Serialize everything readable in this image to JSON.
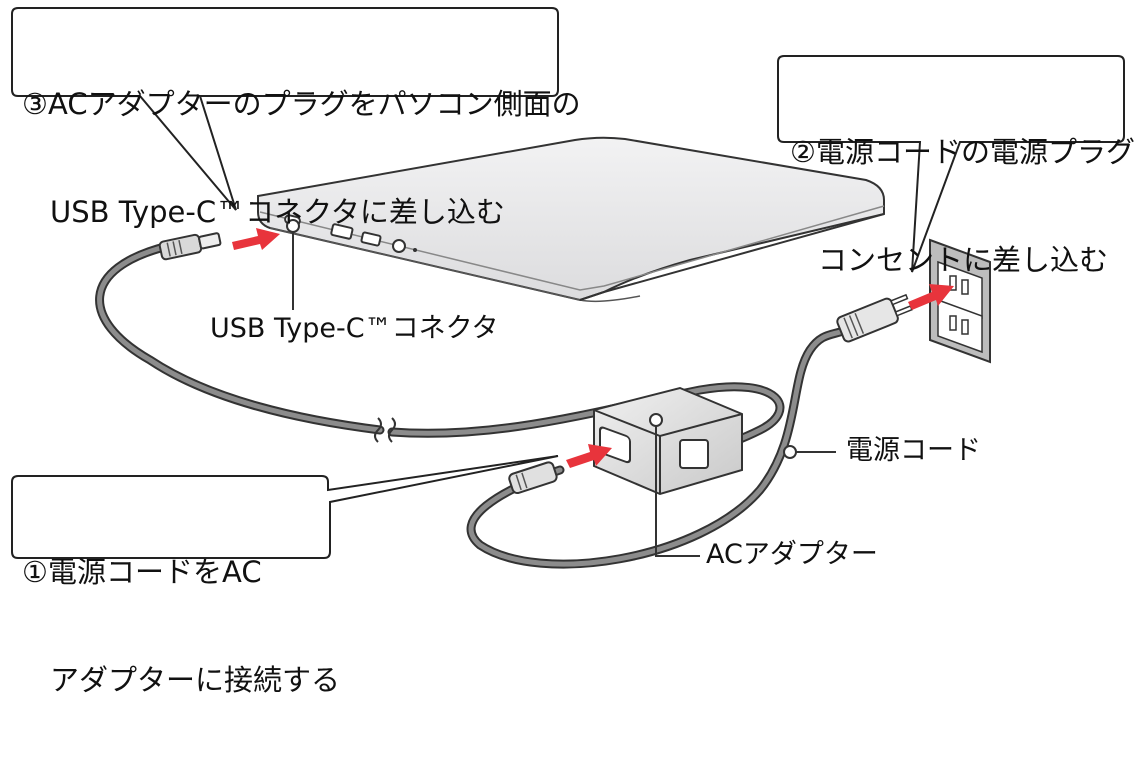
{
  "callouts": {
    "step3": {
      "line1": "③ACアダプターのプラグをパソコン側面の",
      "line2": "USB Type-C™コネクタに差し込む"
    },
    "step2": {
      "line1": "②電源コードの電源プラグを",
      "line2": "コンセントに差し込む"
    },
    "step1": {
      "line1": "①電源コードをAC",
      "line2": "アダプターに接続する"
    }
  },
  "labels": {
    "usb_connector": "USB Type-C™コネクタ",
    "power_cord": "電源コード",
    "ac_adapter": "ACアダプター"
  },
  "colors": {
    "arrow": "#e8343c",
    "outline": "#333333",
    "body_fill": "#e9e9ea",
    "outlet_fill": "#bdbdbd",
    "cord": "#8c8c8c"
  }
}
